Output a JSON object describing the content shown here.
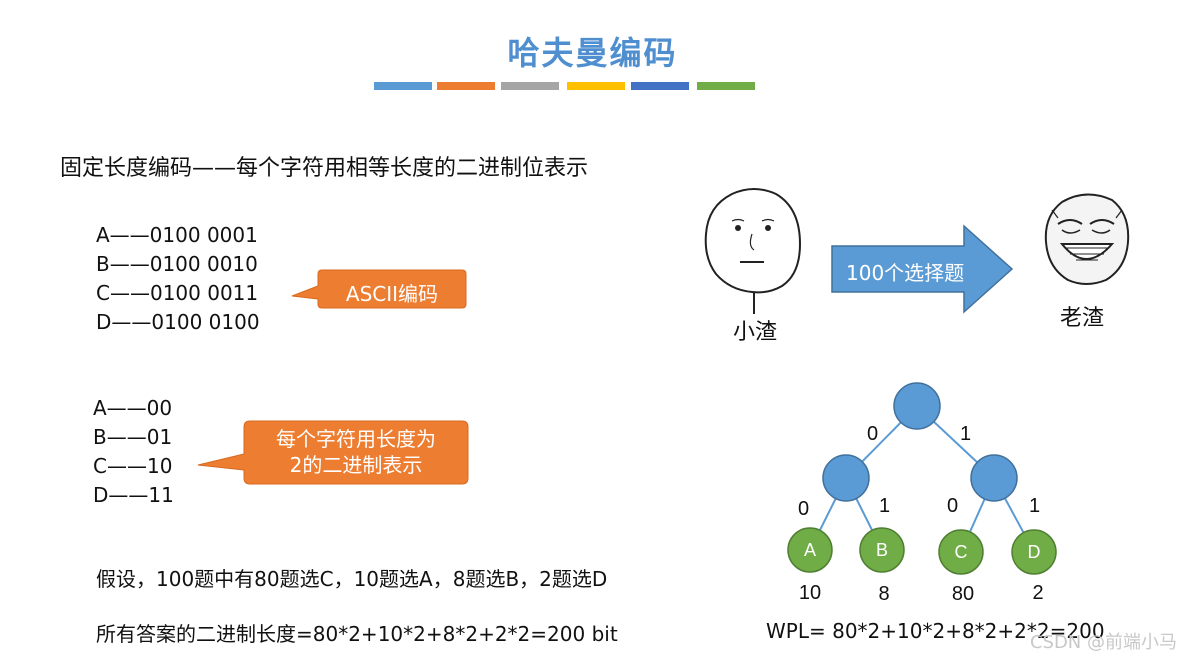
{
  "header": {
    "title": "哈夫曼编码",
    "stripe_colors": [
      "#5b9bd5",
      "#ed7d31",
      "#a5a5a5",
      "#ffc000",
      "#4472c4",
      "#70ad47"
    ]
  },
  "fixed_heading": "固定长度编码——每个字符用相等长度的二进制位表示",
  "ascii_codes": [
    "A——0100 0001",
    "B——0100 0010",
    "C——0100 0011",
    "D——0100 0100"
  ],
  "ascii_callout": "ASCII编码",
  "short_codes": [
    "A——00",
    "B——01",
    "C——10",
    "D——11"
  ],
  "short_callout": [
    "每个字符用长度为",
    "2的二进制表示"
  ],
  "assumption": "假设，100题中有80题选C，10题选A，8题选B，2题选D",
  "total_length": "所有答案的二进制长度=80*2+10*2+8*2+2*2=200 bit",
  "comic": {
    "left_label": "小渣",
    "arrow_label": "100个选择题",
    "right_label": "老渣"
  },
  "tree": {
    "edge_labels": {
      "root_left": "0",
      "root_right": "1",
      "l_left": "0",
      "l_right": "1",
      "r_left": "0",
      "r_right": "1"
    },
    "leaves": [
      {
        "letter": "A",
        "weight": "10"
      },
      {
        "letter": "B",
        "weight": "8"
      },
      {
        "letter": "C",
        "weight": "80"
      },
      {
        "letter": "D",
        "weight": "2"
      }
    ],
    "wpl": "WPL= 80*2+10*2+8*2+2*2=200"
  },
  "watermark": "CSDN @前端小马",
  "colors": {
    "title": "#4f8fd0",
    "callout_fill": "#ed7d31",
    "arrow_fill": "#5b9bd5",
    "node_fill": "#5b9bd5",
    "leaf_fill": "#70ad47"
  }
}
